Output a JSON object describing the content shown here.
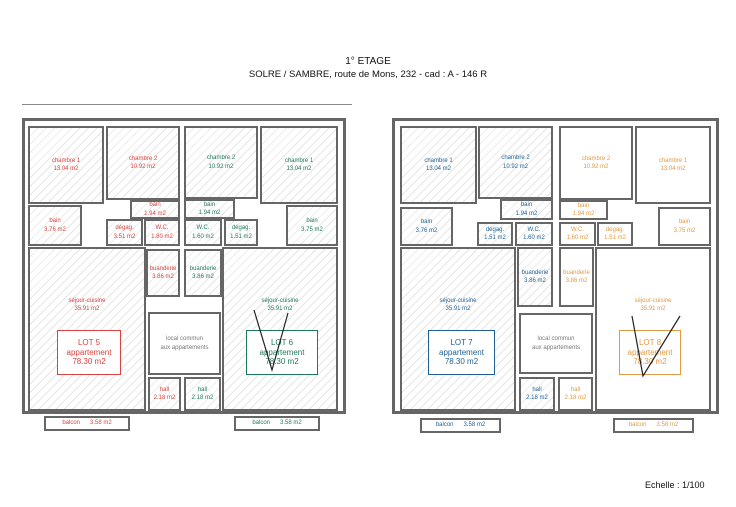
{
  "header": {
    "floor": "1° ETAGE",
    "address": "SOLRE / SAMBRE, route de Mons, 232 - cad : A - 146 R"
  },
  "scale": "Echelle : 1/100",
  "colors": {
    "red": "#d9433f",
    "green": "#1f7a5c",
    "blue": "#1f5f96",
    "orange": "#e39a45",
    "gray": "#777777"
  },
  "plans": [
    {
      "rooms": [
        {
          "name": "chambre 1",
          "area": "13.04 m2",
          "color": "red"
        },
        {
          "name": "chambre 2",
          "area": "10.92 m2",
          "color": "red"
        },
        {
          "name": "chambre 2",
          "area": "10.92 m2",
          "color": "green"
        },
        {
          "name": "chambre 1",
          "area": "13.04 m2",
          "color": "green"
        },
        {
          "name": "bain",
          "area": "3.76 m2",
          "color": "red"
        },
        {
          "name": "bain",
          "area": "1.94 m2",
          "color": "red"
        },
        {
          "name": "dégag.",
          "area": "3.51 m2",
          "color": "red"
        },
        {
          "name": "W.C.",
          "area": "1.80 m2",
          "color": "red"
        },
        {
          "name": "bain",
          "area": "1.94 m2",
          "color": "green"
        },
        {
          "name": "W.C.",
          "area": "1.60 m2",
          "color": "green"
        },
        {
          "name": "dégag.",
          "area": "1.51 m2",
          "color": "green"
        },
        {
          "name": "bain",
          "area": "3.75 m2",
          "color": "green"
        },
        {
          "name": "séjour-cuisine",
          "area": "35.91 m2",
          "color": "red"
        },
        {
          "name": "buanderie",
          "area": "3.86 m2",
          "color": "red"
        },
        {
          "name": "buanderie",
          "area": "3.86 m2",
          "color": "green"
        },
        {
          "name": "local commun",
          "area": "aux appartements",
          "color": "gray"
        },
        {
          "name": "hall",
          "area": "2.18 m2",
          "color": "red"
        },
        {
          "name": "hall",
          "area": "2.18 m2",
          "color": "green"
        },
        {
          "name": "séjour-cuisine",
          "area": "35.91 m2",
          "color": "green"
        },
        {
          "name": "balcon",
          "area": "3.58 m2",
          "color": "red"
        },
        {
          "name": "balcon",
          "area": "3.58 m2",
          "color": "green"
        }
      ],
      "lots": [
        {
          "lot": "LOT 5",
          "type": "appartement",
          "area": "78.30 m2",
          "color": "red"
        },
        {
          "lot": "LOT 6",
          "type": "appartement",
          "area": "78.30 m2",
          "color": "green"
        }
      ]
    },
    {
      "rooms": [
        {
          "name": "chambre 1",
          "area": "13.04 m2",
          "color": "blue"
        },
        {
          "name": "chambre 2",
          "area": "10.92 m2",
          "color": "blue"
        },
        {
          "name": "chambre 2",
          "area": "10.92 m2",
          "color": "orange"
        },
        {
          "name": "chambre 1",
          "area": "13.04 m2",
          "color": "orange"
        },
        {
          "name": "bain",
          "area": "3.76 m2",
          "color": "blue"
        },
        {
          "name": "bain",
          "area": "1.94 m2",
          "color": "blue"
        },
        {
          "name": "dégag.",
          "area": "1.51 m2",
          "color": "blue"
        },
        {
          "name": "W.C.",
          "area": "1.60 m2",
          "color": "blue"
        },
        {
          "name": "bain",
          "area": "1.94 m2",
          "color": "orange"
        },
        {
          "name": "W.C.",
          "area": "1.60 m2",
          "color": "orange"
        },
        {
          "name": "dégag.",
          "area": "1.51 m2",
          "color": "orange"
        },
        {
          "name": "bain",
          "area": "3.75 m2",
          "color": "orange"
        },
        {
          "name": "séjour-cuisine",
          "area": "35.91 m2",
          "color": "blue"
        },
        {
          "name": "buanderie",
          "area": "3.86 m2",
          "color": "blue"
        },
        {
          "name": "buanderie",
          "area": "3.86 m2",
          "color": "orange"
        },
        {
          "name": "local commun",
          "area": "aux appartements",
          "color": "gray"
        },
        {
          "name": "hall",
          "area": "2.18 m2",
          "color": "blue"
        },
        {
          "name": "hall",
          "area": "2.18 m2",
          "color": "orange"
        },
        {
          "name": "séjour-cuisine",
          "area": "35.91 m2",
          "color": "orange"
        },
        {
          "name": "balcon",
          "area": "3.58 m2",
          "color": "blue"
        },
        {
          "name": "balcon",
          "area": "3.58 m2",
          "color": "orange"
        }
      ],
      "lots": [
        {
          "lot": "LOT 7",
          "type": "appartement",
          "area": "78.30 m2",
          "color": "blue"
        },
        {
          "lot": "LOT 8",
          "type": "appartement",
          "area": "78.30 m2",
          "color": "orange"
        }
      ]
    }
  ]
}
